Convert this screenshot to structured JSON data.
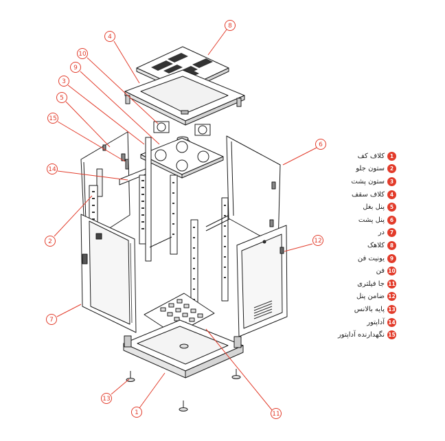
{
  "accent_color": "#e23b2a",
  "line_color": "#1a1a1a",
  "callouts": [
    {
      "num": "8"
    },
    {
      "num": "4"
    },
    {
      "num": "10"
    },
    {
      "num": "9"
    },
    {
      "num": "3"
    },
    {
      "num": "5"
    },
    {
      "num": "15"
    },
    {
      "num": "6"
    },
    {
      "num": "14"
    },
    {
      "num": "2"
    },
    {
      "num": "12"
    },
    {
      "num": "7"
    },
    {
      "num": "13"
    },
    {
      "num": "1"
    },
    {
      "num": "11"
    }
  ],
  "legend": [
    {
      "num": "1",
      "label": "کلاف کف"
    },
    {
      "num": "2",
      "label": "ستون جلو"
    },
    {
      "num": "3",
      "label": "ستون پشت"
    },
    {
      "num": "4",
      "label": "کلاف سقف"
    },
    {
      "num": "5",
      "label": "پنل بغل"
    },
    {
      "num": "6",
      "label": "پنل پشت"
    },
    {
      "num": "7",
      "label": "در"
    },
    {
      "num": "8",
      "label": "کلاهک"
    },
    {
      "num": "9",
      "label": "یونیت فن"
    },
    {
      "num": "10",
      "label": "فن"
    },
    {
      "num": "11",
      "label": "جا فیلتری"
    },
    {
      "num": "12",
      "label": "ضامن پنل"
    },
    {
      "num": "13",
      "label": "پایه بالانس"
    },
    {
      "num": "14",
      "label": "آداپتور"
    },
    {
      "num": "15",
      "label": "نگهدارنده آداپتور"
    }
  ]
}
